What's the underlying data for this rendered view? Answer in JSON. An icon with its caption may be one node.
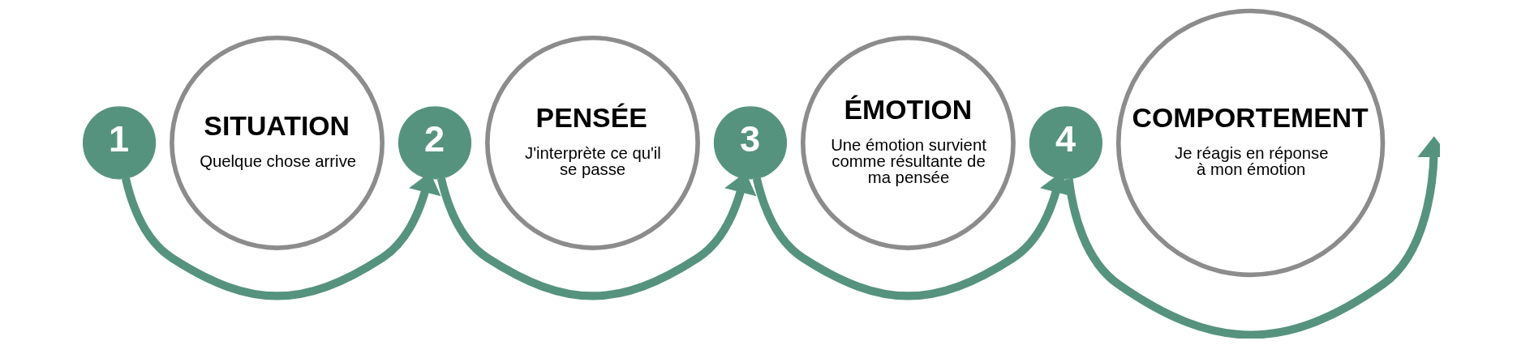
{
  "diagram": {
    "nodes": [
      {
        "text": [
          "1"
        ]
      },
      {
        "text": [
          "SITUATION",
          "Quelque chose arrive"
        ]
      },
      {
        "text": [
          "2"
        ]
      },
      {
        "text": [
          "PENSÉE",
          "J'interprète ce qu'il se passe"
        ]
      },
      {
        "text": [
          "3"
        ]
      },
      {
        "text": [
          "ÉMOTION",
          "Une émotion survient comme résultante de ma pensée"
        ]
      },
      {
        "text": [
          "4"
        ]
      },
      {
        "text": [
          "COMPORTEMENT",
          "Je réagis en réponse à mon émotion"
        ]
      }
    ],
    "edges": [
      {
        "from": 0,
        "to": 2,
        "arrow": "to"
      },
      {
        "from": 2,
        "to": 4,
        "arrow": "to"
      },
      {
        "from": 4,
        "to": 6,
        "arrow": "to"
      },
      {
        "from": 6,
        "to": null,
        "arrow": "to"
      }
    ]
  }
}
